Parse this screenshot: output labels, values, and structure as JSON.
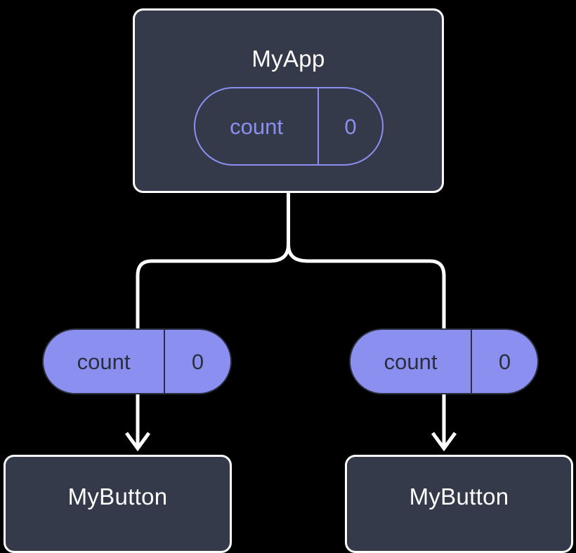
{
  "diagram": {
    "type": "component-tree",
    "background_color": "#000000",
    "palette": {
      "box_fill": "#343a49",
      "box_border": "#ffffff",
      "accent_purple": "#8b8ff0",
      "dark_text": "#2b2f3d",
      "light_text": "#ffffff",
      "connector": "#ffffff"
    }
  },
  "root": {
    "title": "MyApp",
    "state": {
      "key": "count",
      "value": "0"
    }
  },
  "branches": [
    {
      "props": {
        "key": "count",
        "value": "0"
      },
      "child": {
        "title": "MyButton"
      }
    },
    {
      "props": {
        "key": "count",
        "value": "0"
      },
      "child": {
        "title": "MyButton"
      }
    }
  ]
}
